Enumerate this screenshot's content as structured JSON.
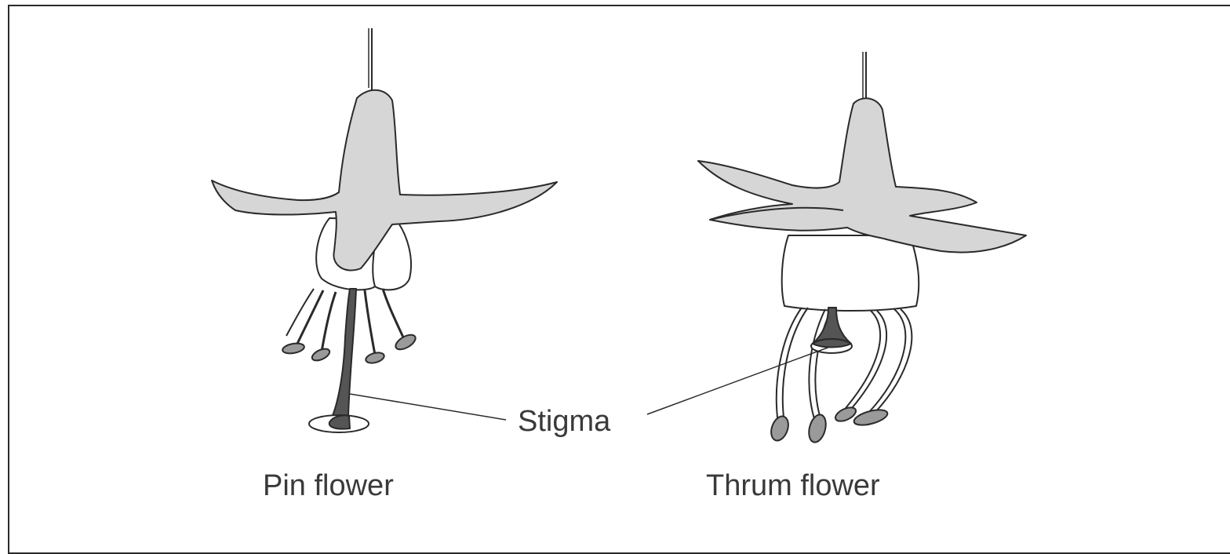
{
  "diagram": {
    "stigma_label": "Stigma",
    "pin_caption": "Pin flower",
    "thrum_caption": "Thrum flower"
  },
  "colors": {
    "petal_fill": "#d6d6d6",
    "outline": "#2a2a2a",
    "stigma_fill": "#555555"
  }
}
